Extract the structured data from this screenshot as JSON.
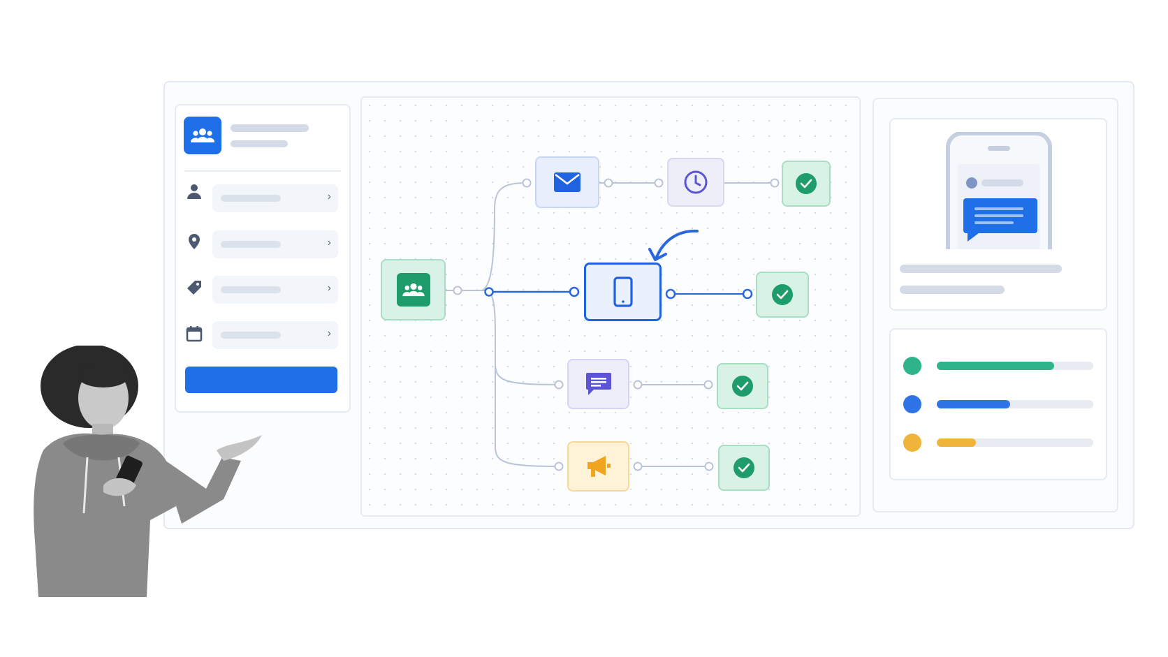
{
  "colors": {
    "primary": "#1f6fe8",
    "teal": "#2fb48a",
    "green_check": "#1e9c6b",
    "amber": "#f0b43a",
    "purple": "#5b55d6",
    "skeleton": "#d4dbe6"
  },
  "sidebar": {
    "header_icon": "users-icon",
    "rows": [
      {
        "icon": "person-icon"
      },
      {
        "icon": "location-pin-icon"
      },
      {
        "icon": "tag-icon"
      },
      {
        "icon": "calendar-icon"
      }
    ],
    "primary_button": {
      "color": "#1f6fe8"
    }
  },
  "flow": {
    "nodes": [
      {
        "id": "audience",
        "icon": "users-icon"
      },
      {
        "id": "email",
        "icon": "envelope-icon"
      },
      {
        "id": "delay",
        "icon": "clock-icon"
      },
      {
        "id": "sms",
        "icon": "smartphone-icon",
        "selected": true
      },
      {
        "id": "chat",
        "icon": "chat-bubble-icon"
      },
      {
        "id": "announcement",
        "icon": "megaphone-icon"
      }
    ],
    "completed_count": 4
  },
  "preview": {
    "device_icon": "phone-frame-icon",
    "message_icon": "message-bubble-icon"
  },
  "progress": {
    "items": [
      {
        "color": "#2fb48a",
        "level": 0.75
      },
      {
        "color": "#2f74e6",
        "level": 0.47
      },
      {
        "color": "#f0b43a",
        "level": 0.25
      }
    ]
  }
}
